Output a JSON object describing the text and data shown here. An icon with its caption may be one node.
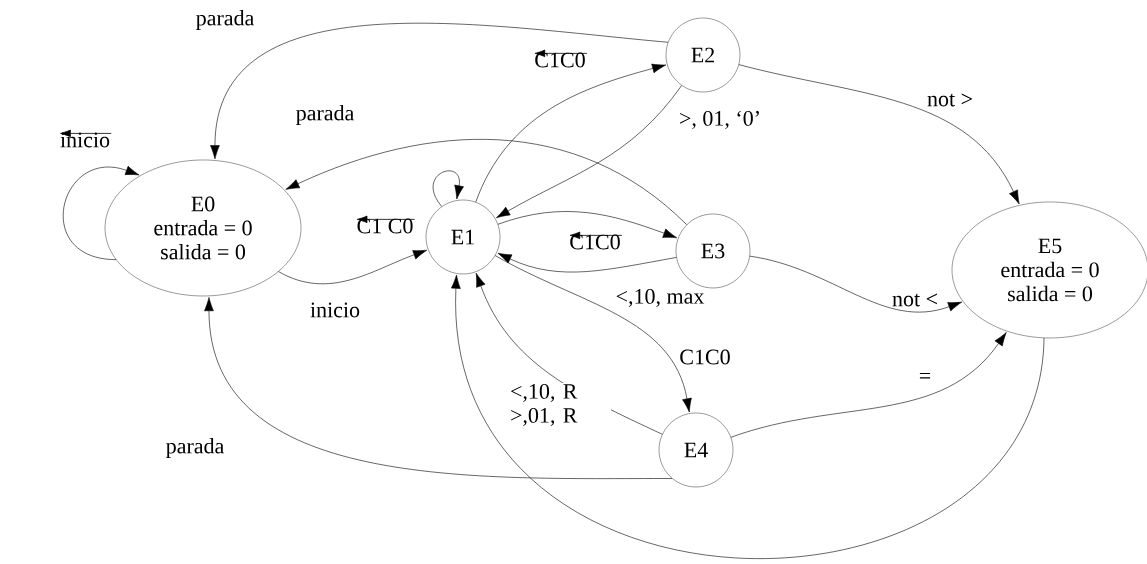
{
  "diagram": {
    "nodes": [
      {
        "text": [
          "E0",
          "entrada = 0",
          "salida = 0"
        ]
      },
      {
        "text": [
          "E1"
        ]
      },
      {
        "text": [
          "E2"
        ]
      },
      {
        "text": [
          "E3"
        ]
      },
      {
        "text": [
          "E4"
        ]
      },
      {
        "text": [
          "E5",
          "entrada = 0",
          "salida = 0"
        ]
      }
    ],
    "edges": [
      {
        "from": 0,
        "to": 0,
        "arrow": "to",
        "label": "inicio"
      },
      {
        "from": 0,
        "to": 1,
        "arrow": "to",
        "label": "inicio"
      },
      {
        "from": 1,
        "to": 1,
        "arrow": "to",
        "label": "C1 C0"
      },
      {
        "from": 1,
        "to": 2,
        "arrow": "to",
        "label": "C1C0"
      },
      {
        "from": 2,
        "to": 1,
        "arrow": "to",
        "label": ">, 01, ‘0’"
      },
      {
        "from": 2,
        "to": 0,
        "arrow": "to",
        "label": "parada"
      },
      {
        "from": 2,
        "to": 5,
        "arrow": "to",
        "label": "not >"
      },
      {
        "from": 1,
        "to": 3,
        "arrow": "to",
        "label": "C1C0"
      },
      {
        "from": 3,
        "to": 1,
        "arrow": "to",
        "label": "<,10, max"
      },
      {
        "from": 3,
        "to": 0,
        "arrow": "to",
        "label": "parada"
      },
      {
        "from": 3,
        "to": 5,
        "arrow": "to",
        "label": "not <"
      },
      {
        "from": 1,
        "to": 4,
        "arrow": "to",
        "label": "C1C0"
      },
      {
        "from": 4,
        "to": 1,
        "arrow": "to",
        "label": "<,10, R >,01, R"
      },
      {
        "from": 4,
        "to": 0,
        "arrow": "to",
        "label": "parada"
      },
      {
        "from": 4,
        "to": 5,
        "arrow": "to",
        "label": "="
      },
      {
        "from": 5,
        "to": 1,
        "arrow": "to"
      }
    ]
  }
}
